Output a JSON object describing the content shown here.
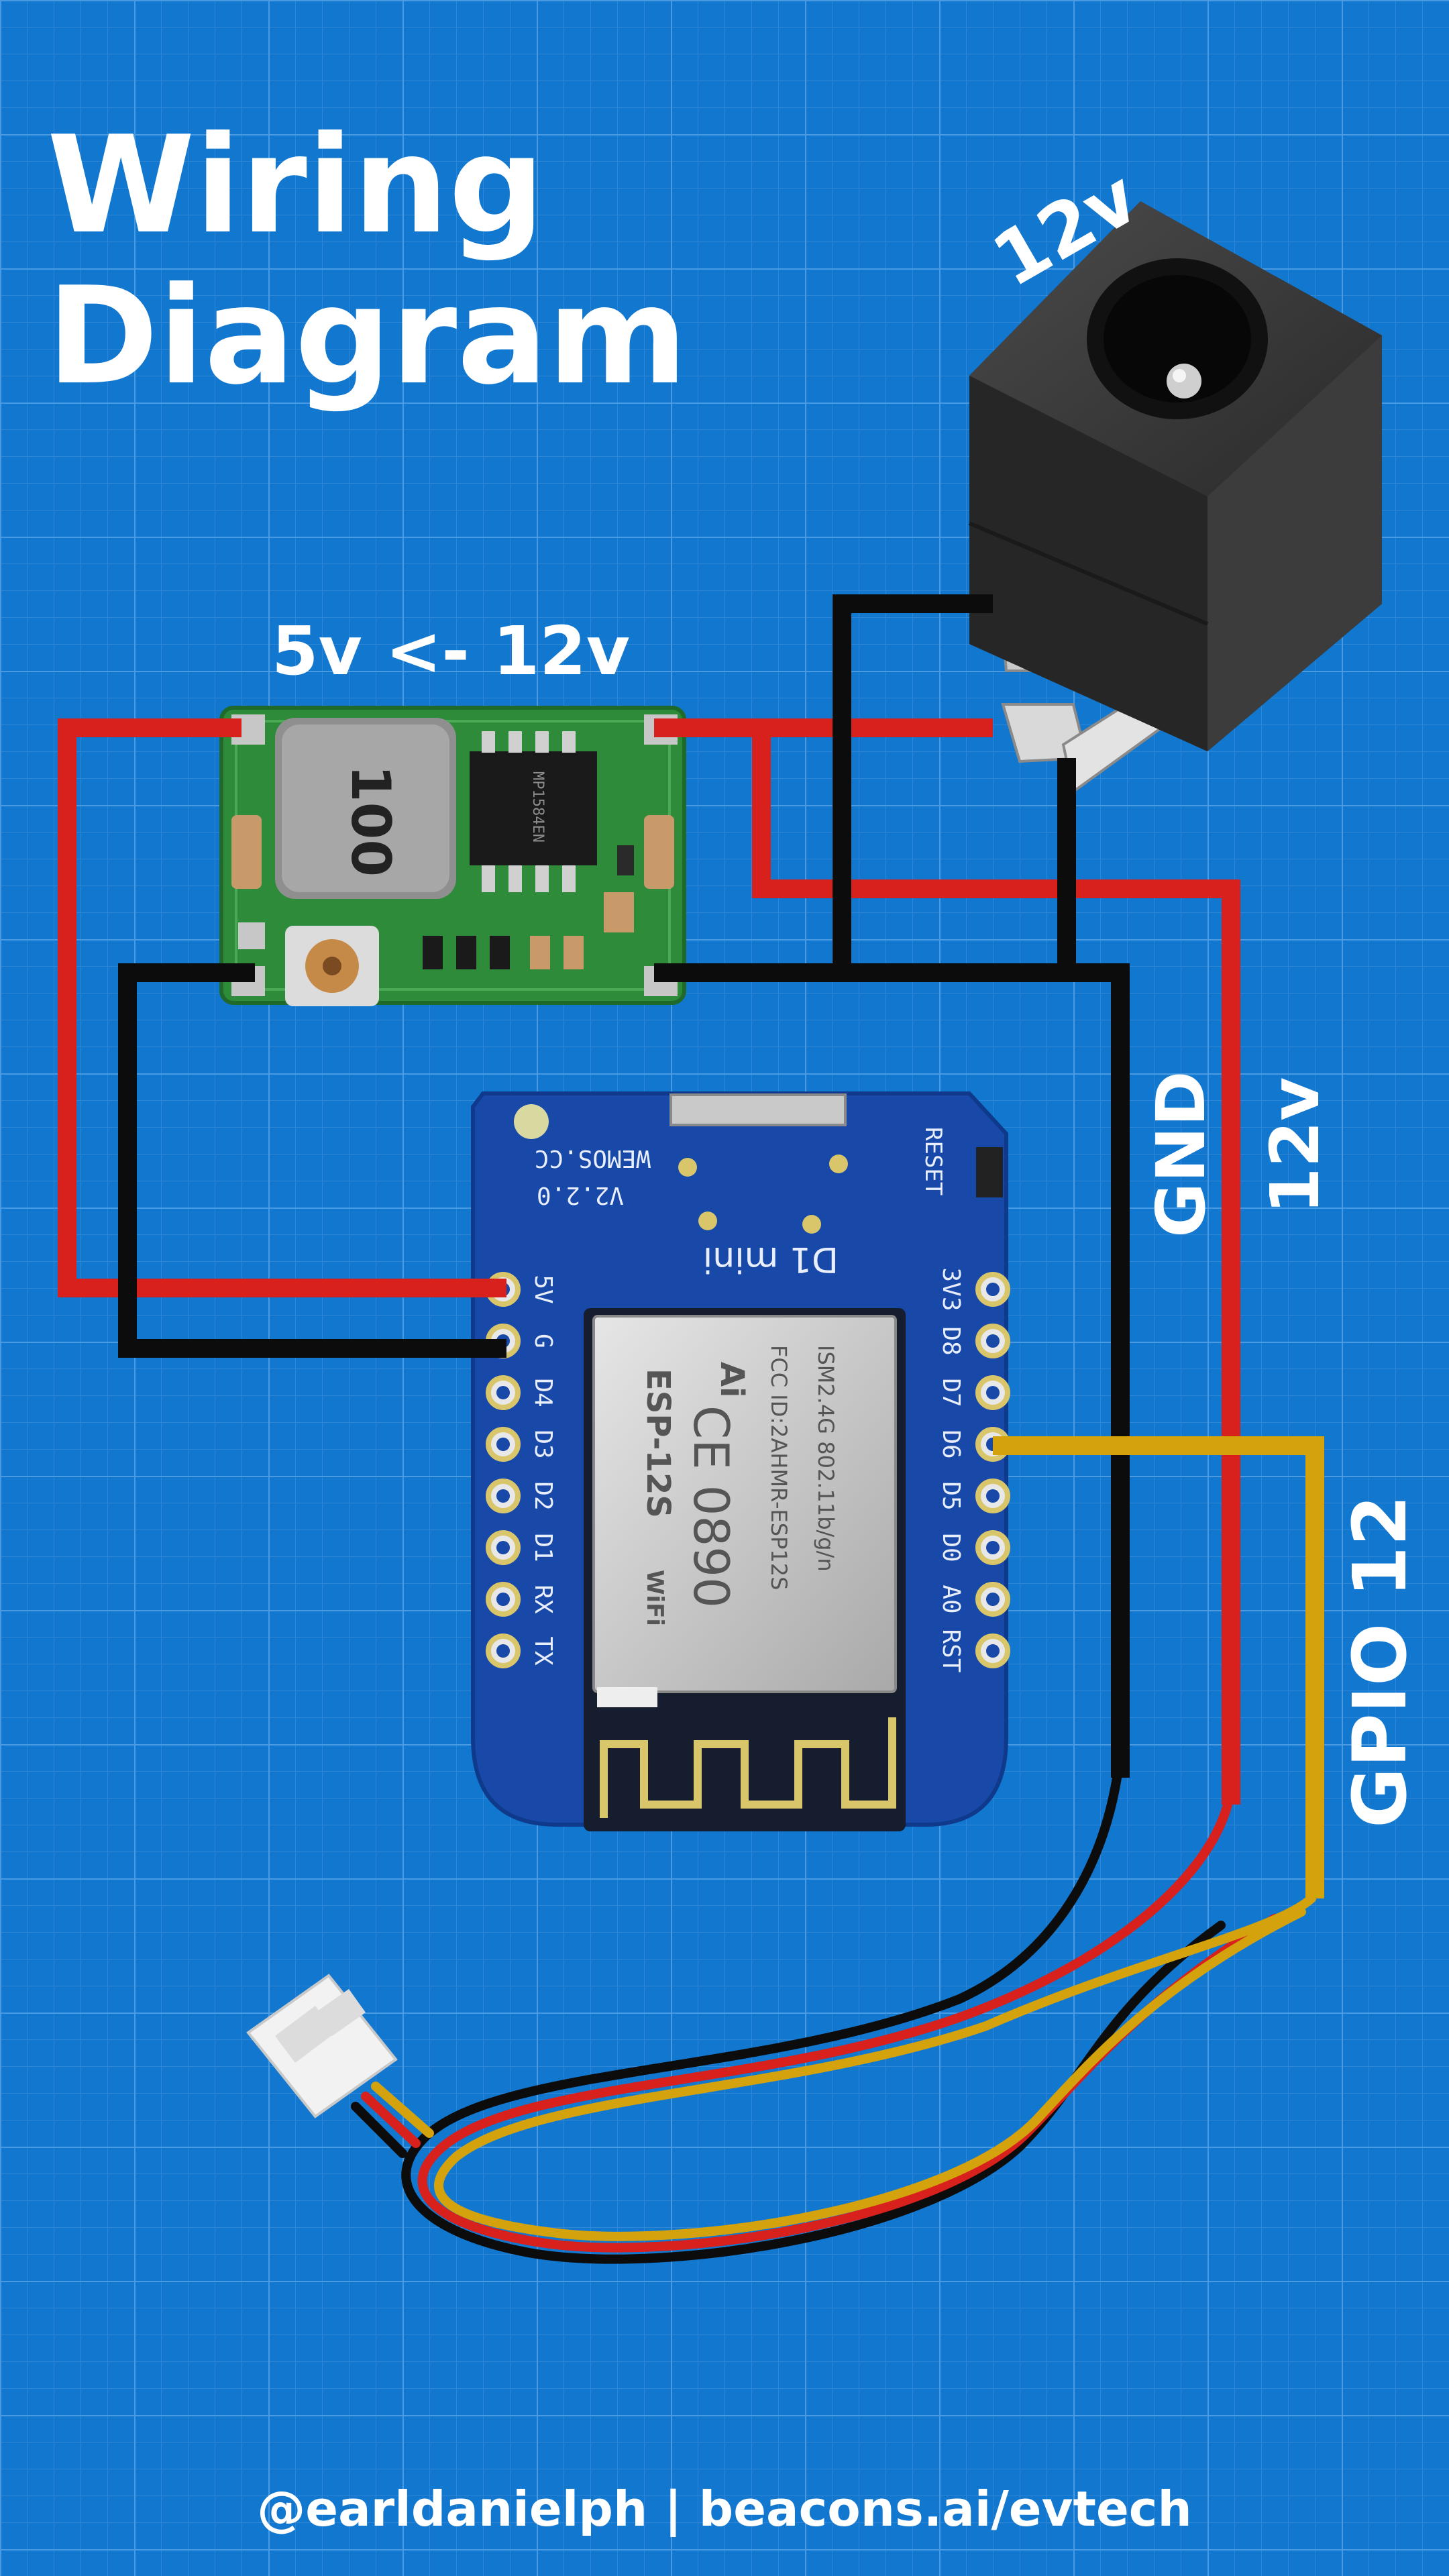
{
  "title": {
    "line1": "Wiring",
    "line2": "Diagram"
  },
  "labels": {
    "dc_jack": "12v",
    "converter": "5v <- 12v",
    "gnd_wire": "GND",
    "v12_wire": "12v",
    "gpio_wire": "GPIO 12"
  },
  "converter_board": {
    "inductor_code": "100",
    "chip_code": "MP1584EN"
  },
  "d1_mini": {
    "brand": "WEMOS.CC",
    "version": "V2.2.0",
    "model": "D1 mini",
    "reset": "RESET",
    "left_pins": [
      "5V",
      "G",
      "D4",
      "D3",
      "D2",
      "D1",
      "RX",
      "TX"
    ],
    "right_pins": [
      "3V3",
      "D8",
      "D7",
      "D6",
      "D5",
      "D0",
      "A0",
      "RST"
    ],
    "module": {
      "name": "ESP-12S",
      "ai_mark": "Ai",
      "ce_mark": "CE 0890",
      "wifi_mark": "WiFi",
      "fcc": "FCC ID:2AHMR-ESP12S",
      "freq": "ISM2.4G 802.11b/g/n"
    }
  },
  "footer": "@earldanielph | beacons.ai/evtech",
  "colors": {
    "background": "#1177cf",
    "grid": "#3b90dd",
    "wire_red": "#d8201c",
    "wire_black": "#0c0c0c",
    "wire_yellow": "#d4a20c",
    "board_blue": "#1848a8",
    "pcb_green": "#2e8b3a",
    "text": "#ffffff"
  }
}
